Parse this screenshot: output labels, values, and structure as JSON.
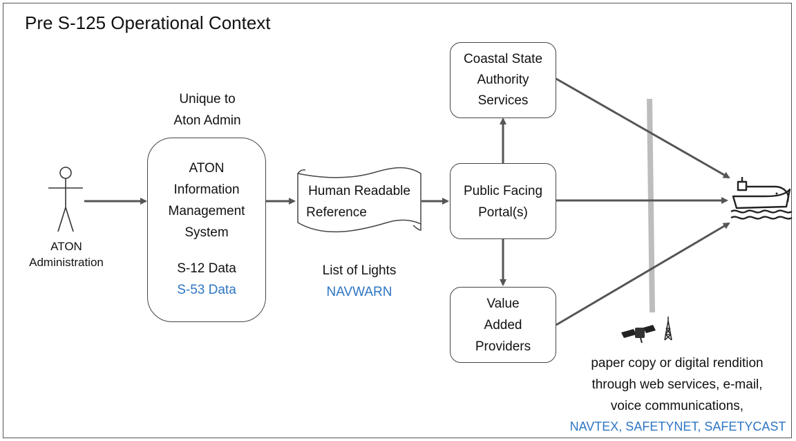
{
  "title": "Pre S-125 Operational Context",
  "actor": {
    "label_line1": "ATON",
    "label_line2": "Administration",
    "icon": "stick-figure-icon"
  },
  "aton_system": {
    "caption_line1": "Unique to",
    "caption_line2": "Aton Admin",
    "lines": [
      "ATON",
      "Information",
      "Management",
      "System"
    ],
    "data1": "S-12 Data",
    "data2": "S-53 Data"
  },
  "reference": {
    "line1": "Human Readable",
    "line2": "Reference",
    "caption1": "List of Lights",
    "caption2": "NAVWARN"
  },
  "portal": {
    "line1": "Public Facing",
    "line2": "Portal(s)"
  },
  "coastal": {
    "lines": [
      "Coastal State",
      "Authority",
      "Services"
    ]
  },
  "value_added": {
    "lines": [
      "Value",
      "Added",
      "Providers"
    ]
  },
  "distribution": {
    "line1": "paper copy or digital rendition",
    "line2": "through web services, e-mail,",
    "line3": "voice communications,",
    "line4": "NAVTEX, SAFETYNET, SAFETYCAST",
    "icons": [
      "satellite-icon",
      "radio-tower-icon"
    ]
  },
  "ship": {
    "icon": "ship-icon"
  },
  "colors": {
    "highlight_text": "#2e75c4",
    "arrow": "#555555",
    "barrier": "#bdbdbd"
  }
}
